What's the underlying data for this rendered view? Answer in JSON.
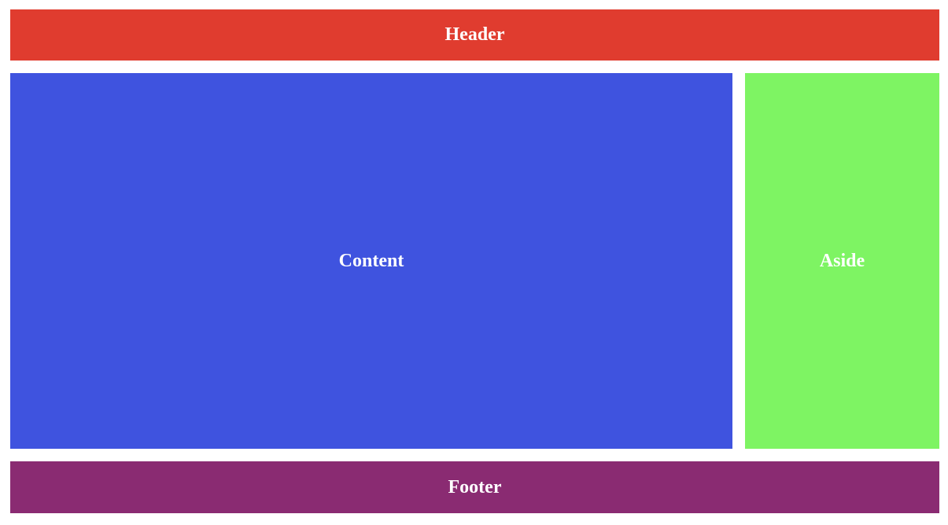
{
  "header": {
    "label": "Header",
    "color": "#e03c2f"
  },
  "content": {
    "label": "Content",
    "color": "#3f53df"
  },
  "aside": {
    "label": "Aside",
    "color": "#7ef463"
  },
  "footer": {
    "label": "Footer",
    "color": "#8a2b72"
  }
}
